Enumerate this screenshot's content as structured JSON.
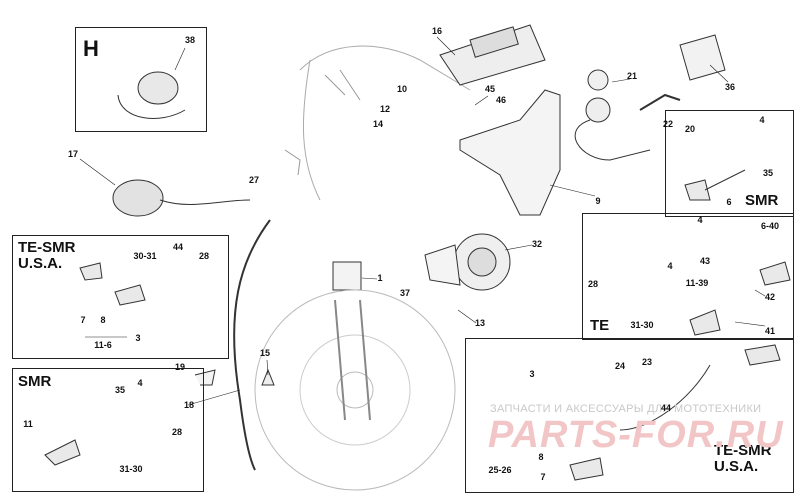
{
  "regions": {
    "h": "H",
    "te_smr_left_1": "TE-SMR",
    "te_smr_left_2": "U.S.A.",
    "smr_left": "SMR",
    "smr_right": "SMR",
    "te_right": "TE",
    "te_smr_right_1": "TE-SMR",
    "te_smr_right_2": "U.S.A."
  },
  "callouts": {
    "c38": "38",
    "c16": "16",
    "c36": "36",
    "c21": "21",
    "c45": "45",
    "c46": "46",
    "c10": "10",
    "c12": "12",
    "c14": "14",
    "c22": "22",
    "c20": "20",
    "c4a": "4",
    "c35a": "35",
    "c6a": "6",
    "c17": "17",
    "c27": "27",
    "c9": "9",
    "c32": "32",
    "c44a": "44",
    "c28a": "28",
    "c3031a": "30-31",
    "c1": "1",
    "c37": "37",
    "c7a": "7",
    "c8a": "8",
    "c116": "11-6",
    "c3a": "3",
    "c13": "13",
    "c4b": "4",
    "c640": "6-40",
    "c43": "43",
    "c4c": "4",
    "c1139": "11-39",
    "c42": "42",
    "c28b": "28",
    "c3130a": "31-30",
    "c41": "41",
    "c19": "19",
    "c15": "15",
    "c18": "18",
    "c35b": "35",
    "c4d": "4",
    "c11": "11",
    "c28c": "28",
    "c3130b": "31-30",
    "c3b": "3",
    "c24": "24",
    "c23": "23",
    "c44b": "44",
    "c8b": "8",
    "c2526": "25-26",
    "c7b": "7"
  },
  "watermark": {
    "line1": "ЗАПЧАСТИ И АКСЕССУАРЫ ДЛЯ МОТОТЕХНИКИ",
    "line2": "PARTS-FOR.RU"
  }
}
